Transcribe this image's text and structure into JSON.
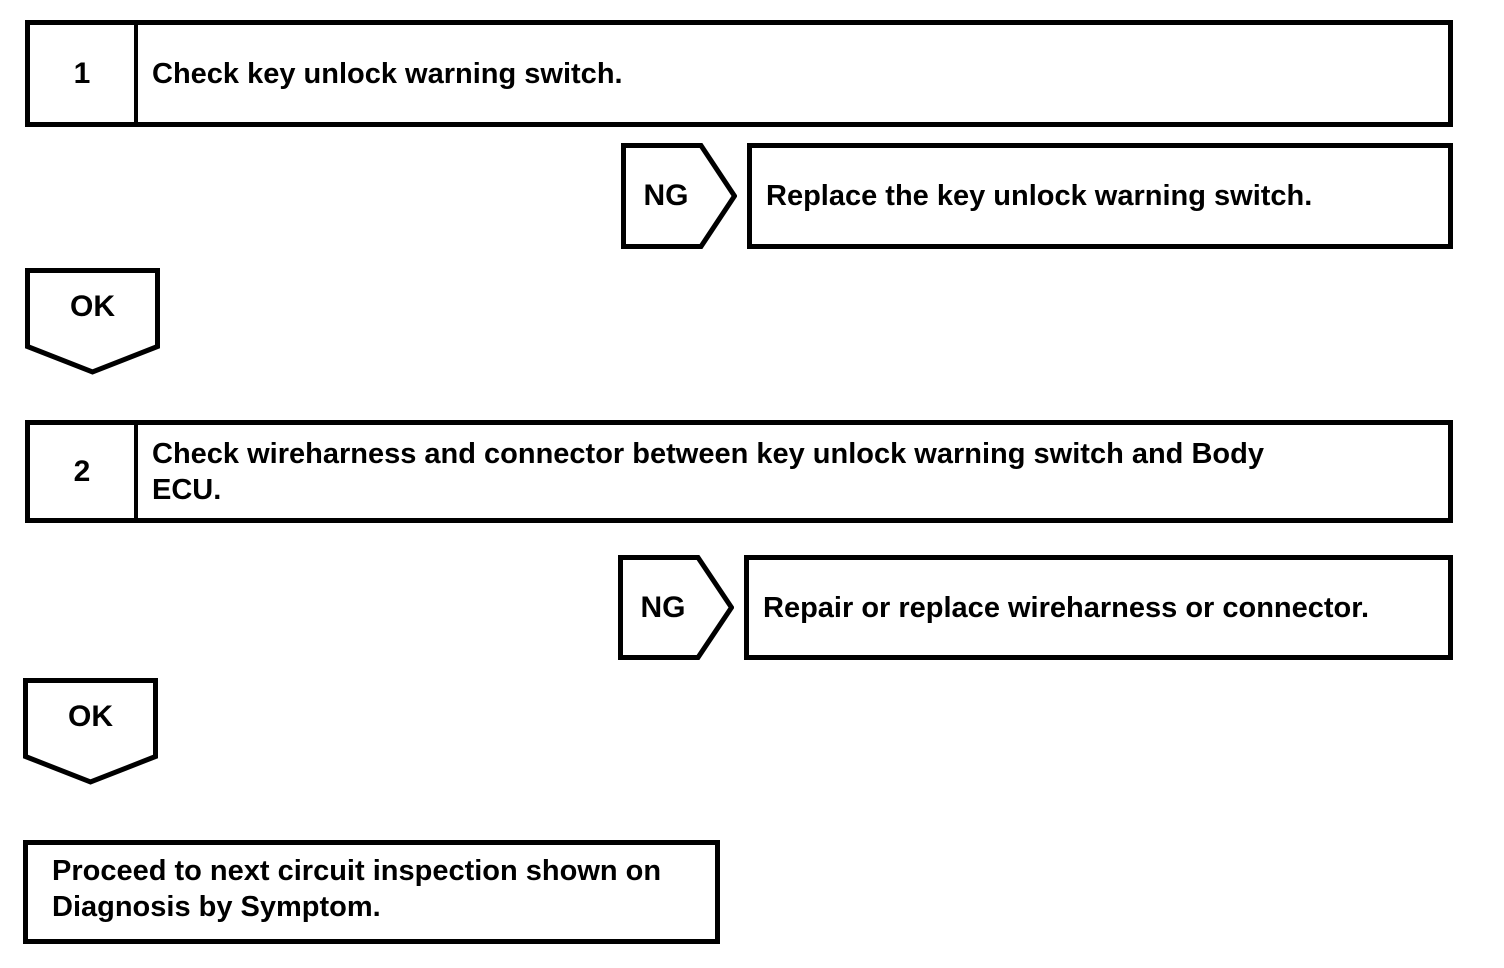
{
  "colors": {
    "ink": "#000000",
    "paper": "#ffffff"
  },
  "steps": [
    {
      "number": "1",
      "instruction_lines": [
        "Check key unlock warning switch."
      ],
      "ng": {
        "label": "NG",
        "action_lines": [
          "Replace the key unlock warning switch."
        ]
      },
      "ok": {
        "label": "OK"
      }
    },
    {
      "number": "2",
      "instruction_lines": [
        "Check wireharness and connector between key unlock warning switch and Body",
        "ECU."
      ],
      "ng": {
        "label": "NG",
        "action_lines": [
          "Repair or replace wireharness or connector."
        ]
      },
      "ok": {
        "label": "OK"
      }
    }
  ],
  "conclusion": {
    "lines": [
      "Proceed to next circuit inspection shown on",
      "Diagnosis by Symptom."
    ]
  }
}
